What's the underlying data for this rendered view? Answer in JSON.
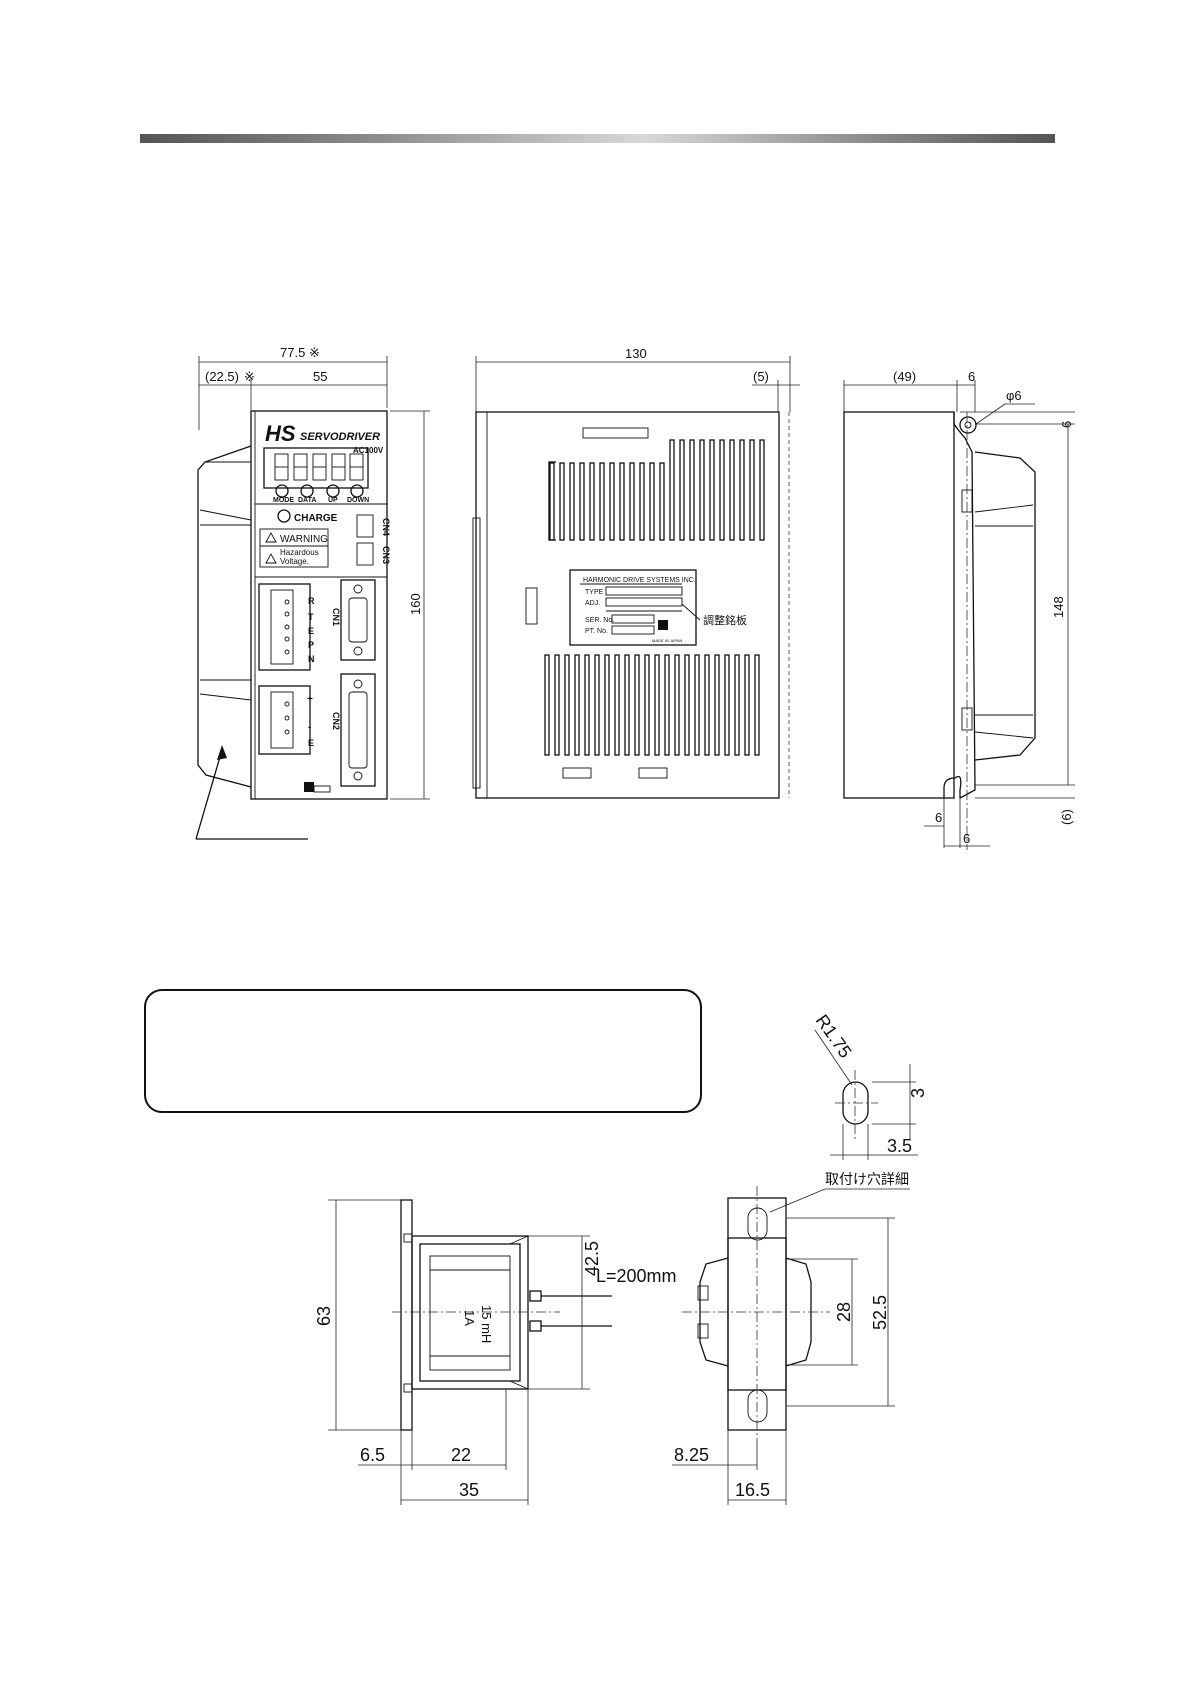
{
  "driver_views": {
    "front": {
      "dim_overall_width": "77.5",
      "dim_overall_width_mark": "※",
      "dim_left_offset": "(22.5)",
      "dim_left_offset_mark": "※",
      "dim_face_width": "55",
      "dim_height": "160",
      "brand": "HS",
      "product": "SERVODRIVER",
      "voltage": "AC100V",
      "buttons": [
        "MODE",
        "DATA",
        "UP",
        "DOWN"
      ],
      "charge_label": "CHARGE",
      "warning_title": "WARNING",
      "warning_text_1": "Hazardous",
      "warning_text_2": "Voltage.",
      "power_terminals": [
        "R",
        "T",
        "E",
        "P",
        "N"
      ],
      "aux_terminals": [
        "+",
        "-",
        "E"
      ],
      "connectors": [
        "CN1",
        "CN2",
        "CN3",
        "CN4"
      ]
    },
    "side": {
      "dim_depth": "130",
      "dim_offset": "(5)",
      "nameplate_company": "HARMONIC DRIVE SYSTEMS INC.",
      "nameplate_fields": [
        "TYPE",
        "ADJ.",
        "SER. No.",
        "PT. No."
      ],
      "nameplate_footer": "MADE IN JAPAN",
      "nameplate_callout": "調整銘板"
    },
    "back": {
      "dim_offset": "(49)",
      "dim_hole_pitch_top": "6",
      "dim_hole_diameter": "φ6",
      "dim_top_edge": "6",
      "dim_mount_height": "148",
      "dim_bottom_edge": "(6)",
      "dim_bottom_slot_a": "6",
      "dim_bottom_slot_b": "6"
    }
  },
  "reactor_views": {
    "hole_detail": {
      "radius": "R1.75",
      "slot_height": "3",
      "slot_width": "3.5",
      "callout": "取付け穴詳細"
    },
    "side": {
      "dim_height": "63",
      "dim_body": "42.5",
      "lead_length": "L=200mm",
      "inductance": "15 mH",
      "current": "1A",
      "dim_flange": "6.5",
      "dim_core": "22",
      "dim_total": "35"
    },
    "front": {
      "dim_core_height": "28",
      "dim_hole_pitch": "52.5",
      "dim_half_width": "8.25",
      "dim_width": "16.5"
    }
  }
}
